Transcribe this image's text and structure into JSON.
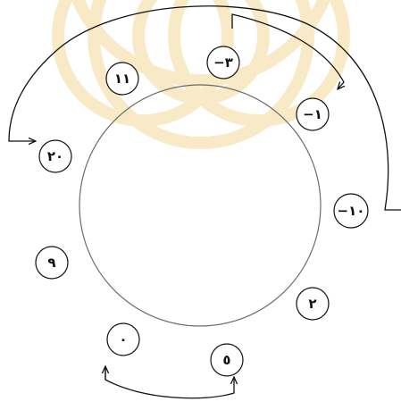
{
  "diagram": {
    "colors": {
      "watermark": "#f3d99a",
      "stroke": "#111111",
      "main_circle": "#6b6b6b",
      "background": "#ffffff"
    },
    "numbers": [
      {
        "id": "minus-three",
        "label": "−٣"
      },
      {
        "id": "eleven",
        "label": "١١"
      },
      {
        "id": "minus-one",
        "label": "−١"
      },
      {
        "id": "twenty",
        "label": "٢٠"
      },
      {
        "id": "minus-ten",
        "label": "−١٠"
      },
      {
        "id": "nine",
        "label": "٩"
      },
      {
        "id": "two",
        "label": "٢"
      },
      {
        "id": "zero",
        "label": "٠"
      },
      {
        "id": "five",
        "label": "٥"
      }
    ]
  }
}
